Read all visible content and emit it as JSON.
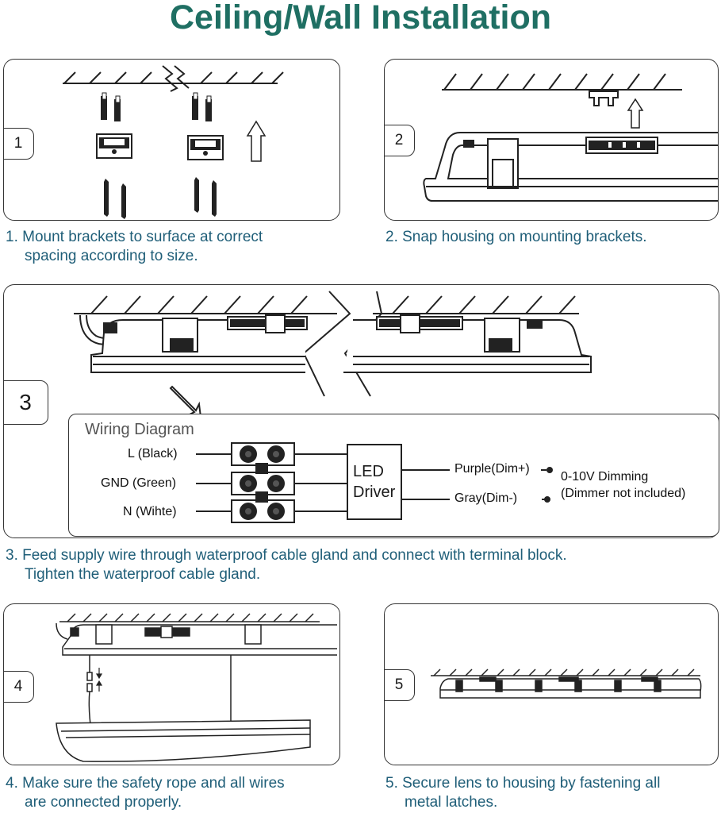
{
  "title": "Ceiling/Wall Installation",
  "steps": [
    {
      "num": "1",
      "caption": [
        "1. Mount brackets to surface at correct",
        "spacing according to size."
      ]
    },
    {
      "num": "2",
      "caption": [
        "2. Snap housing on mounting brackets."
      ]
    },
    {
      "num": "3",
      "caption": [
        "3. Feed supply wire through waterproof cable gland and connect with terminal block.",
        "Tighten the waterproof cable gland."
      ]
    },
    {
      "num": "4",
      "caption": [
        "4. Make sure the safety rope and all wires",
        "are connected properly."
      ]
    },
    {
      "num": "5",
      "caption": [
        "5. Secure lens to housing by fastening all",
        "metal latches."
      ]
    }
  ],
  "wiring": {
    "title": "Wiring  Diagram",
    "inputs": [
      "L  (Black)",
      "GND  (Green)",
      "N  (Wihte)"
    ],
    "driver_lines": [
      "LED",
      "Driver"
    ],
    "outputs": [
      "Purple(Dim+)",
      "Gray(Dim-)"
    ],
    "dimming_lines": [
      "0-10V Dimming",
      "(Dimmer not included)"
    ]
  },
  "colors": {
    "title": "#1f6f63",
    "caption": "#1f5e78",
    "line": "#222222"
  },
  "icons": [
    "up-arrow-icon",
    "down-arrow-icon",
    "break-mark-icon",
    "terminal-screw-icon"
  ]
}
